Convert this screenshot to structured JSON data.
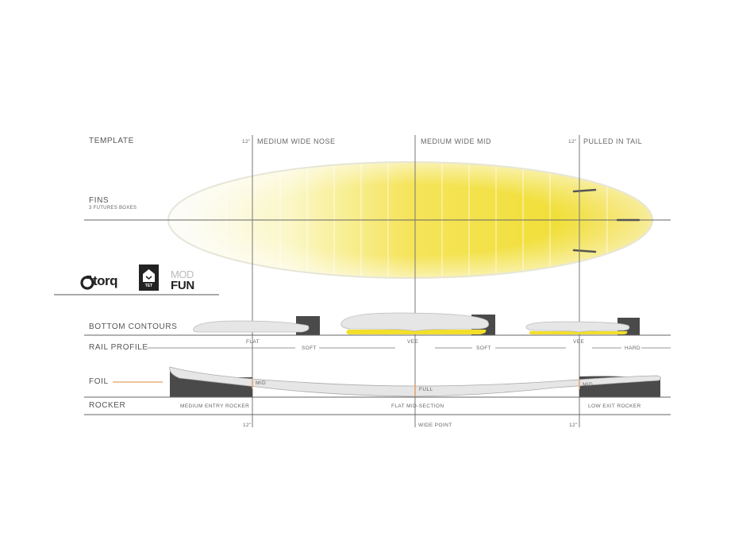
{
  "sections": {
    "template": "TEMPLATE",
    "fins": "FINS",
    "fins_sub": "3 FUTURES BOXES",
    "bottom_contours": "BOTTOM  CONTOURS",
    "rail_profile": "RAIL PROFILE",
    "foil": "FOIL",
    "rocker": "ROCKER"
  },
  "template": {
    "nose_measure": "12\"",
    "nose": "MEDIUM WIDE NOSE",
    "mid": "MEDIUM WIDE MID",
    "tail_measure": "12\"",
    "tail": "PULLED IN TAIL"
  },
  "bottom": {
    "nose": "FLAT",
    "mid": "VEE",
    "tail": "VEE"
  },
  "rail": {
    "soft1": "SOFT",
    "soft2": "SOFT",
    "hard": "HARD"
  },
  "foil": {
    "nose": "MID",
    "mid": "FULL",
    "tail": "MID"
  },
  "rocker": {
    "nose": "MEDIUM ENTRY ROCKER",
    "mid": "FLAT MID-SECTION",
    "tail": "LOW EXIT ROCKER"
  },
  "bottom_marks": {
    "nose": "12\"",
    "mid": "WIDE POINT",
    "tail": "12\""
  },
  "logos": {
    "brand": "torq",
    "tet": "TET",
    "model_top": "MOD",
    "model_bottom": "FUN"
  },
  "colors": {
    "board_yellow": "#f3dc1e",
    "accent_orange": "#e0a060",
    "dark_block": "#4a4a4a"
  }
}
